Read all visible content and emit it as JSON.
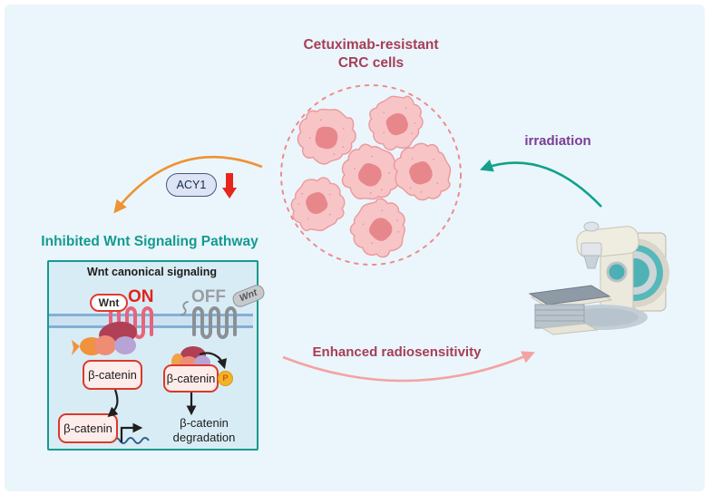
{
  "header": {
    "title_line1": "Cetuximab-resistant",
    "title_line2": "CRC cells"
  },
  "labels": {
    "irradiation": "irradiation",
    "acy1": "ACY1",
    "pathway_heading": "Inhibited Wnt Signaling Pathway",
    "radiosensitivity": "Enhanced radiosensitivity"
  },
  "wnt_box": {
    "title": "Wnt canonical signaling",
    "on": {
      "ligand": "Wnt",
      "state": "ON"
    },
    "off": {
      "ligand": "Wnt",
      "state": "OFF"
    },
    "beta_catenin_cytoplasm": "β-catenin",
    "beta_catenin_nucleus": "β-catenin",
    "beta_catenin_phospho": "β-catenin",
    "phospho_mark": "P",
    "degradation_line1": "β-catenin",
    "degradation_line2": "degradation"
  },
  "colors": {
    "background": "#eaf6fb",
    "title_maroon": "#a73e57",
    "irradiation_purple": "#7a3d96",
    "teal_heading": "#149a90",
    "teal_arrow": "#14a08d",
    "orange_arrow": "#ef9233",
    "red_arrow": "#e8251d",
    "pink_arrow": "#f4a3a3",
    "dashed_circle": "#ef8b8b",
    "cell_fill": "#f8c5c7",
    "cell_nucleus": "#e8878b",
    "box_fill": "#d8ecf5",
    "membrane_blue": "#84aed6",
    "receptor_on_pink": "#e8647c",
    "receptor_off_gray": "#8b9094",
    "bcatenin_border_red": "#d93a2b",
    "phospho_yellow": "#f4b324",
    "machine_teal": "#55b8bb",
    "machine_cream": "#ebe8dc"
  }
}
